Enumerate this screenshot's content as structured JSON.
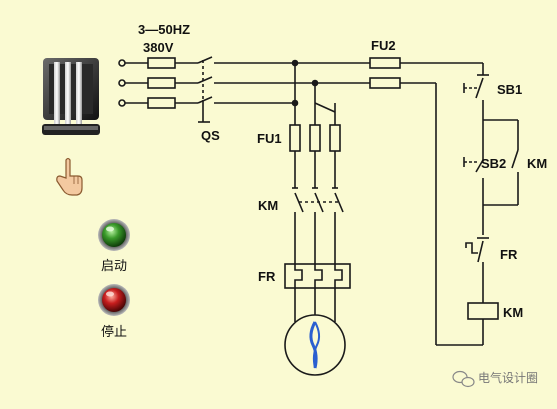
{
  "supply": {
    "frequency": "3—50HZ",
    "voltage": "380V"
  },
  "labels": {
    "qs": "QS",
    "fu1": "FU1",
    "fu2": "FU2",
    "km_main": "KM",
    "fr_main": "FR",
    "sb1": "SB1",
    "sb2": "SB2",
    "km_hold": "KM",
    "fr_ctrl": "FR",
    "km_coil": "KM"
  },
  "controls": {
    "start_label": "启动",
    "stop_label": "停止"
  },
  "watermark": "电气设计圈",
  "colors": {
    "background": "#fafad2",
    "wire": "#1a1a1a",
    "start_button": "#3a9a2a",
    "stop_button": "#c81e1e",
    "motor_rotor": "#2a5fd0"
  },
  "icons": {
    "panel": "industrial-panel-icon",
    "pointer": "pointing-hand-icon"
  }
}
